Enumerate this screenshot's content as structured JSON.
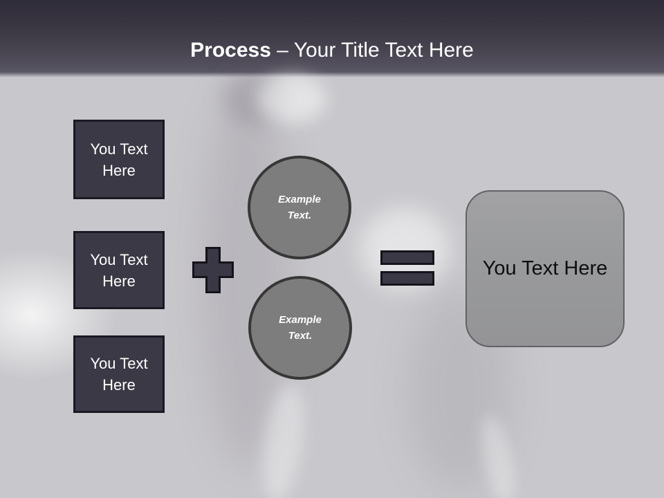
{
  "header": {
    "title_bold": "Process",
    "title_rest": "– Your Title Text Here"
  },
  "diagram": {
    "inputs": [
      {
        "label": "You Text Here"
      },
      {
        "label": "You Text Here"
      },
      {
        "label": "You Text Here"
      }
    ],
    "circles": [
      {
        "label": "Example Text."
      },
      {
        "label": "Example Text."
      }
    ],
    "operators": {
      "plus": "plus-icon",
      "equals": "equals-icon"
    },
    "result": {
      "label": "You Text Here"
    }
  },
  "colors": {
    "header_top": "#2f2d39",
    "header_bottom": "#5b5864",
    "body_background": "#c8c7cb",
    "input_box_fill": "#3b3945",
    "input_box_border": "#1a1822",
    "operator_fill": "#3a3845",
    "operator_border": "#15131a",
    "circle_fill": "#7d7d7d",
    "circle_border": "#373737",
    "result_fill": "#9b9b9b",
    "result_border": "#626265",
    "title_text": "#ffffff"
  }
}
